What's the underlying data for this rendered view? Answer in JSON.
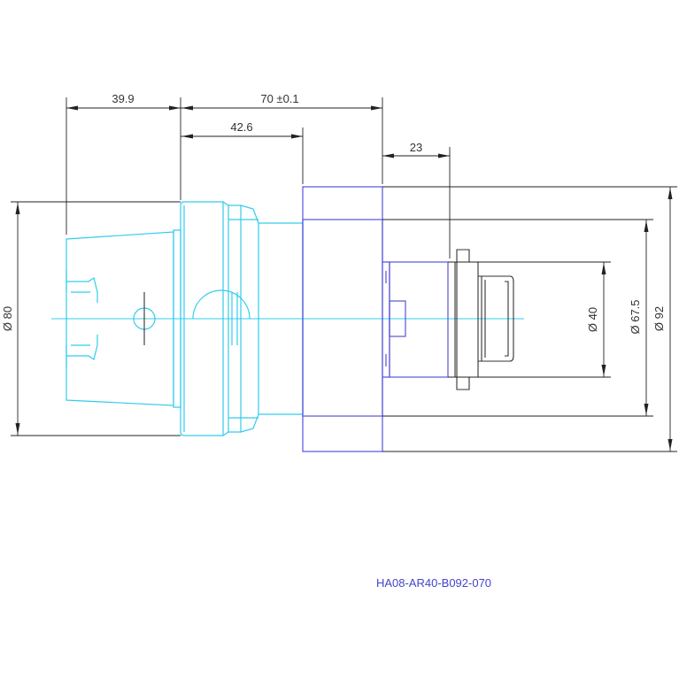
{
  "dimensions": {
    "d_39_9": "39.9",
    "d_70": "70 ±0.1",
    "d_42_6": "42.6",
    "d_23": "23",
    "d_80": "Ø 80",
    "d_40": "Ø 40",
    "d_67_5": "Ø 67.5",
    "d_92": "Ø 92"
  },
  "part_number": "HA08-AR40-B092-070",
  "colors": {
    "shank": "#33ccee",
    "body": "#5555dd",
    "cutter": "#333333",
    "dimension": "#222222"
  }
}
